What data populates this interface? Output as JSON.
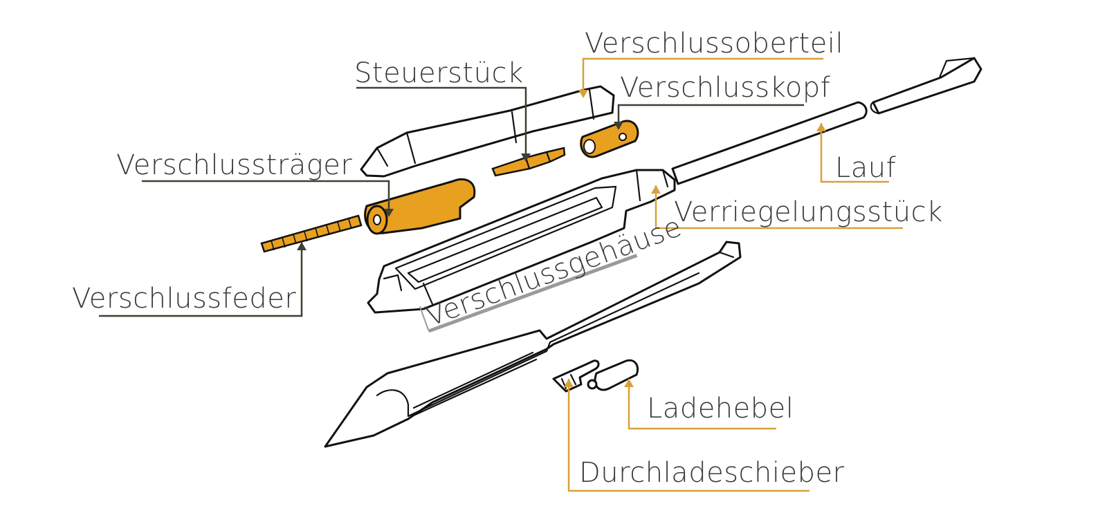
{
  "diagram": {
    "labels": {
      "verschlussoberteil": "Verschlussoberteil",
      "steuerstueck": "Steuerstück",
      "verschlusskopf": "Verschlusskopf",
      "verschlusstraeger": "Verschlussträger",
      "lauf": "Lauf",
      "verriegelungsstueck": "Verriegelungsstück",
      "verschlussgehaeuse": "Verschlussgehäuse",
      "verschlussfeder": "Verschlussfeder",
      "ladehebel": "Ladehebel",
      "durchladeschieber": "Durchladeschieber"
    },
    "colors": {
      "highlight": "#E8A020",
      "gold_leader": "#D9A03A",
      "dark_leader": "#3E3F30",
      "outline": "#111111",
      "label_text": "#3a3a3a",
      "underline_gray": "#9a9a9a"
    }
  }
}
